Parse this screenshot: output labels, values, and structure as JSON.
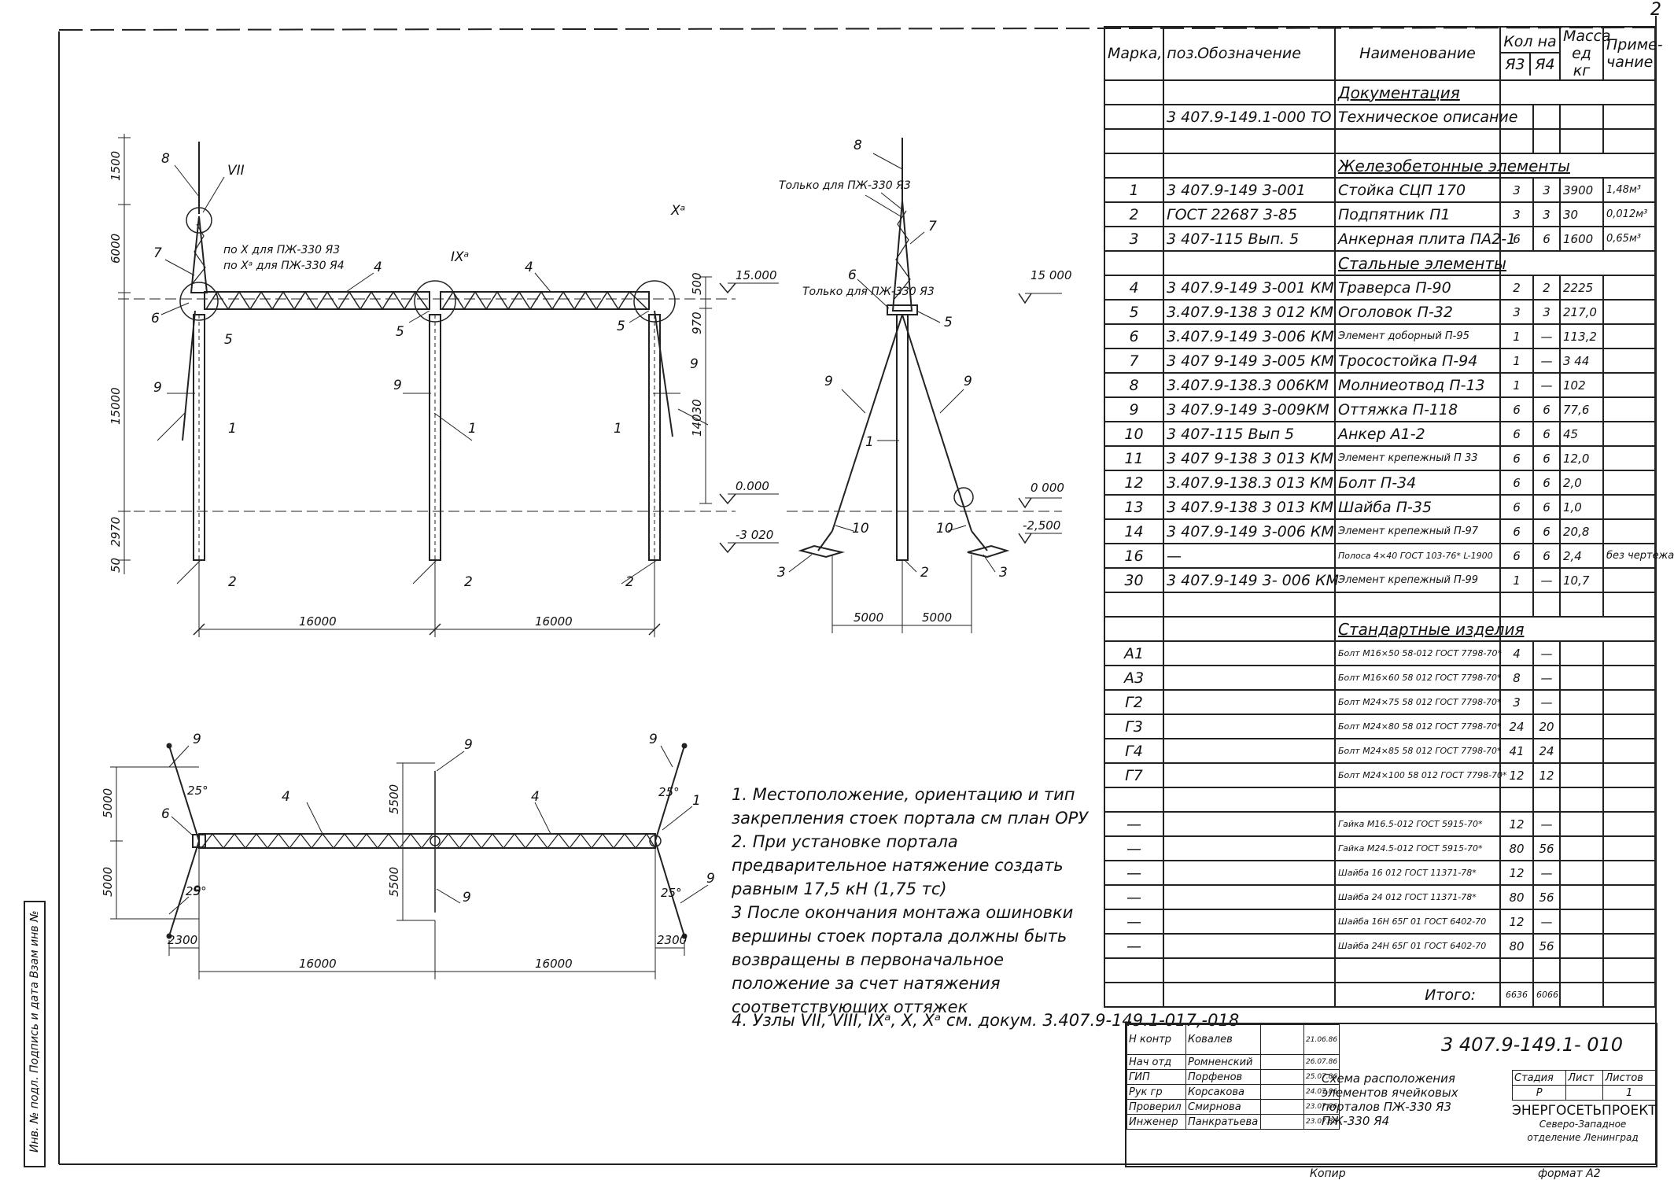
{
  "page_number": "2",
  "table": {
    "headers": {
      "mark": "Марка, поз.",
      "designation": "Обозначение",
      "name": "Наименование",
      "qty": "Кол на",
      "qty_ya3": "Я3",
      "qty_ya4": "Я4",
      "mass": "Масса ед кг",
      "note": "Приме- чание"
    },
    "sections": {
      "doc": "Документация",
      "rc": "Железобетонные элементы",
      "steel": "Стальные элементы",
      "std": "Стандартные изделия"
    },
    "doc_rows": [
      {
        "mark": "",
        "designation": "3 407.9-149.1-000 ТО",
        "name": "Техническое описание",
        "ya3": "",
        "ya4": "",
        "mass": "",
        "note": ""
      }
    ],
    "rc_rows": [
      {
        "mark": "1",
        "designation": "3 407.9-149 3-001",
        "name": "Стойка СЦП 170",
        "ya3": "3",
        "ya4": "3",
        "mass": "3900",
        "note": "1,48м³"
      },
      {
        "mark": "2",
        "designation": "ГОСТ 22687 3-85",
        "name": "Подпятник П1",
        "ya3": "3",
        "ya4": "3",
        "mass": "30",
        "note": "0,012м³"
      },
      {
        "mark": "3",
        "designation": "3 407-115 Вып. 5",
        "name": "Анкерная плита ПА2-1",
        "ya3": "6",
        "ya4": "6",
        "mass": "1600",
        "note": "0,65м³"
      }
    ],
    "steel_rows": [
      {
        "mark": "4",
        "designation": "3 407.9-149 3-001 КМ",
        "name": "Траверса П-90",
        "ya3": "2",
        "ya4": "2",
        "mass": "2225",
        "note": ""
      },
      {
        "mark": "5",
        "designation": "3.407.9-138 3 012 КМ",
        "name": "Оголовок П-32",
        "ya3": "3",
        "ya4": "3",
        "mass": "217,0",
        "note": ""
      },
      {
        "mark": "6",
        "designation": "3.407.9-149 3-006 КМ",
        "name": "Элемент доборный П-95",
        "ya3": "1",
        "ya4": "—",
        "mass": "113,2",
        "note": ""
      },
      {
        "mark": "7",
        "designation": "3 407 9-149 3-005 КМ",
        "name": "Тросостойка П-94",
        "ya3": "1",
        "ya4": "—",
        "mass": "3 44",
        "note": ""
      },
      {
        "mark": "8",
        "designation": "3.407.9-138.3 006КМ",
        "name": "Молниеотвод П-13",
        "ya3": "1",
        "ya4": "—",
        "mass": "102",
        "note": ""
      },
      {
        "mark": "9",
        "designation": "3 407.9-149 3-009КМ",
        "name": "Оттяжка П-118",
        "ya3": "6",
        "ya4": "6",
        "mass": "77,6",
        "note": ""
      },
      {
        "mark": "10",
        "designation": "3 407-115 Вып 5",
        "name": "Анкер А1-2",
        "ya3": "6",
        "ya4": "6",
        "mass": "45",
        "note": ""
      },
      {
        "mark": "11",
        "designation": "3 407 9-138 3 013 КМ",
        "name": "Элемент крепежный П 33",
        "ya3": "6",
        "ya4": "6",
        "mass": "12,0",
        "note": ""
      },
      {
        "mark": "12",
        "designation": "3.407.9-138.3 013 КМ",
        "name": "Болт П-34",
        "ya3": "6",
        "ya4": "6",
        "mass": "2,0",
        "note": ""
      },
      {
        "mark": "13",
        "designation": "3 407.9-138 3 013 КМ",
        "name": "Шайба П-35",
        "ya3": "6",
        "ya4": "6",
        "mass": "1,0",
        "note": ""
      },
      {
        "mark": "14",
        "designation": "3 407.9-149 3-006 КМ",
        "name": "Элемент крепежный П-97",
        "ya3": "6",
        "ya4": "6",
        "mass": "20,8",
        "note": ""
      },
      {
        "mark": "16",
        "designation": "—",
        "name": "Полоса 4×40 ГОСТ 103-76* L-1900",
        "ya3": "6",
        "ya4": "6",
        "mass": "2,4",
        "note": "без чертежа"
      },
      {
        "mark": "30",
        "designation": "3 407.9-149 3- 006 КМ",
        "name": "Элемент крепежный П-99",
        "ya3": "1",
        "ya4": "—",
        "mass": "10,7",
        "note": ""
      }
    ],
    "std_rows": [
      {
        "mark": "А1",
        "name": "Болт М16×50 58-012 ГОСТ 7798-70*",
        "ya3": "4",
        "ya4": "—"
      },
      {
        "mark": "А3",
        "name": "Болт М16×60 58 012 ГОСТ 7798-70*",
        "ya3": "8",
        "ya4": "—"
      },
      {
        "mark": "Г2",
        "name": "Болт М24×75 58 012 ГОСТ 7798-70*",
        "ya3": "3",
        "ya4": "—"
      },
      {
        "mark": "Г3",
        "name": "Болт М24×80 58 012 ГОСТ 7798-70*",
        "ya3": "24",
        "ya4": "20"
      },
      {
        "mark": "Г4",
        "name": "Болт М24×85 58 012 ГОСТ 7798-70*",
        "ya3": "41",
        "ya4": "24"
      },
      {
        "mark": "Г7",
        "name": "Болт М24×100 58 012 ГОСТ 7798-70*",
        "ya3": "12",
        "ya4": "12"
      },
      {
        "mark": "",
        "name": "",
        "ya3": "",
        "ya4": ""
      },
      {
        "mark": "—",
        "name": "Гайка М16.5-012 ГОСТ 5915-70*",
        "ya3": "12",
        "ya4": "—"
      },
      {
        "mark": "—",
        "name": "Гайка М24.5-012 ГОСТ 5915-70*",
        "ya3": "80",
        "ya4": "56"
      },
      {
        "mark": "—",
        "name": "Шайба 16 012 ГОСТ 11371-78*",
        "ya3": "12",
        "ya4": "—"
      },
      {
        "mark": "—",
        "name": "Шайба 24 012 ГОСТ 11371-78*",
        "ya3": "80",
        "ya4": "56"
      },
      {
        "mark": "—",
        "name": "Шайба 16Н 65Г 01 ГОСТ 6402-70",
        "ya3": "12",
        "ya4": "—"
      },
      {
        "mark": "—",
        "name": "Шайба 24Н 65Г 01 ГОСТ 6402-70",
        "ya3": "80",
        "ya4": "56"
      }
    ],
    "total_label": "Итого:",
    "total_ya3": "6636",
    "total_ya4": "6066"
  },
  "notes": [
    "1. Местоположение, ориентацию и тип закрепления стоек портала см план ОРУ",
    "2. При установке портала предварительное натяжение создать равным 17,5 кН (1,75 тс)",
    "3 После окончания монтажа ошиновки вершины стоек портала должны быть возвращены в первоначальное положение за счет натяжения соответствующих оттяжек"
  ],
  "note4": "4. Узлы VII, VIII, IXᵃ, X, Xᵃ см. докум. 3.407.9-149.1-017,-018",
  "drawing": {
    "front_labels": {
      "only_ya3_a": "по X для ПЖ-330 Я3",
      "only_ya4_a": "по Xᵃ для ПЖ-330 Я4",
      "node7": "VII",
      "node9a": "IXᵃ",
      "node10a": "Xᵃ",
      "level_15": "15.000",
      "level_0": "0.000",
      "level_m3": "-3 020",
      "dim_1500": "1500",
      "dim_6000": "6000",
      "dim_15000": "15000",
      "dim_2970": "2970",
      "dim_50": "50",
      "dim_500": "500",
      "dim_970": "970",
      "dim_14030": "14030",
      "span1": "16000",
      "span2": "16000"
    },
    "side_labels": {
      "only_ya3": "Только для ПЖ-330 Я3",
      "only_ya3_b": "Только для ПЖ-330 Я3",
      "level_15": "15 000",
      "level_0": "0 000",
      "level_m25": "-2,500",
      "w1": "5000",
      "w2": "5000"
    },
    "plan_labels": {
      "d5000a": "5000",
      "d5000b": "5000",
      "d5500a": "5500",
      "d5500b": "5500",
      "d2300a": "2300",
      "d2300b": "2300",
      "span1": "16000",
      "span2": "16000",
      "ang": "25°"
    }
  },
  "title_block": {
    "code": "3 407.9-149.1- 010",
    "roles": [
      {
        "role": "Н контр",
        "name": "Ковалев",
        "date": "21.06.86"
      },
      {
        "role": "Нач отд",
        "name": "Ромненский",
        "date": "26.07.86"
      },
      {
        "role": "ГИП",
        "name": "Порфенов",
        "date": "25.07.86"
      },
      {
        "role": "Рук гр",
        "name": "Корсакова",
        "date": "24.07.86"
      },
      {
        "role": "Проверил",
        "name": "Смирнова",
        "date": "23.07.86"
      },
      {
        "role": "Инженер",
        "name": "Панкратьева",
        "date": "23.07.86"
      }
    ],
    "description": "Схема расположения элементов ячейковых порталов ПЖ-330 Я3 ПЖ-330 Я4",
    "stage_h": "Стадия",
    "sheet_h": "Лист",
    "sheets_h": "Листов",
    "stage": "Р",
    "sheets": "1",
    "org": "ЭНЕРГОСЕТЬПРОЕКТ",
    "org_sub": "Северо-Западное отделение Ленинград",
    "copied": "Копир",
    "format": "формат А2"
  },
  "sidebar_stamp": "Инв. № подл. Подпись и дата Взам инв №"
}
